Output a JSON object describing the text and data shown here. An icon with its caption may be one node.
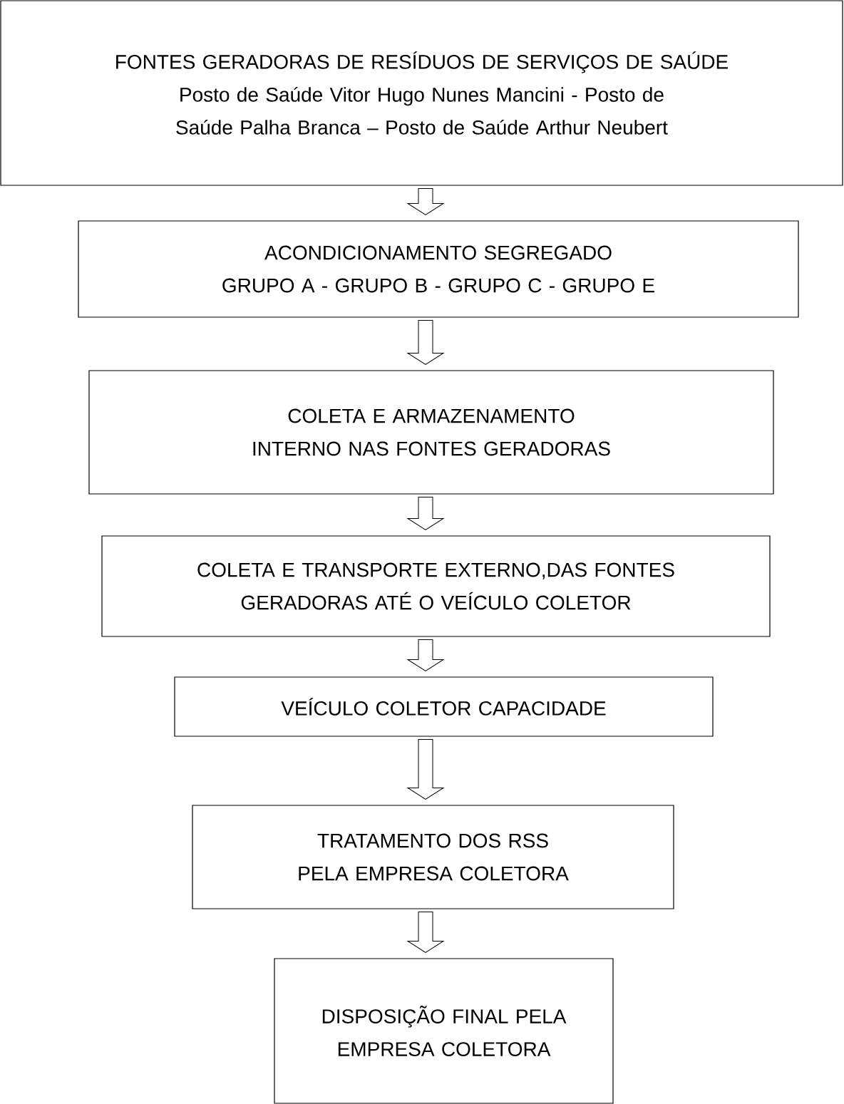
{
  "diagram": {
    "nodes": [
      {
        "text": [
          "FONTES GERADORAS DE RESÍDUOS DE SERVIÇOS DE SAÚDE",
          "Posto de Saúde Vitor Hugo Nunes Mancini - Posto de Saúde Palha Branca – Posto de Saúde Arthur Neubert"
        ]
      },
      {
        "text": [
          "ACONDICIONAMENTO SEGREGADO",
          "GRUPO A - GRUPO B - GRUPO C - GRUPO E"
        ]
      },
      {
        "text": [
          "COLETA E ARMAZENAMENTO INTERNO NAS FONTES GERADORAS"
        ]
      },
      {
        "text": [
          "COLETA E TRANSPORTE EXTERNO,DAS FONTES GERADORAS ATÉ O VEÍCULO COLETOR"
        ]
      },
      {
        "text": [
          "VEÍCULO COLETOR CAPACIDADE"
        ]
      },
      {
        "text": [
          "TRATAMENTO DOS RSS PELA EMPRESA COLETORA"
        ]
      },
      {
        "text": [
          "DISPOSIÇÃO FINAL PELA EMPRESA COLETORA"
        ]
      }
    ],
    "edges": [
      {
        "from": 0,
        "to": 1,
        "arrow": "to"
      },
      {
        "from": 1,
        "to": 2,
        "arrow": "to"
      },
      {
        "from": 2,
        "to": 3,
        "arrow": "to"
      },
      {
        "from": 3,
        "to": 4,
        "arrow": "to"
      },
      {
        "from": 4,
        "to": 5,
        "arrow": "to"
      },
      {
        "from": 5,
        "to": 6,
        "arrow": "to"
      }
    ]
  }
}
